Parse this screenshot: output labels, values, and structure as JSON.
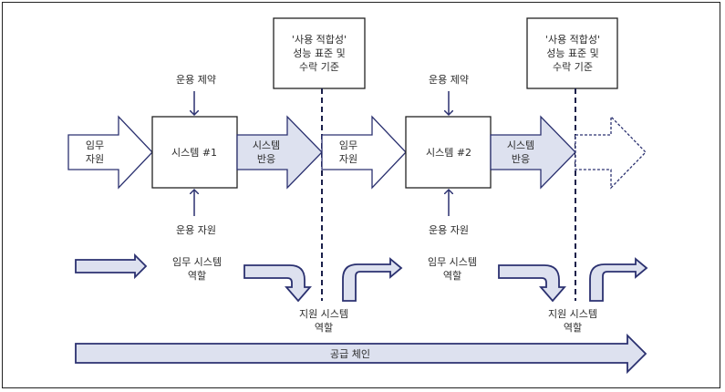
{
  "diagram": {
    "title": "",
    "colors": {
      "stroke": "#2b3170",
      "fill_light": "#dde1ef",
      "text": "#2a2a2a",
      "frame": "#222222"
    },
    "stages": [
      {
        "input_arrow_label": [
          "임무",
          "자원"
        ],
        "system_label": "시스템 #1",
        "constraint_label": "운용 제약",
        "support_label": "운용 자원",
        "output_arrow_label": [
          "시스템",
          "반응"
        ],
        "standard_box_lines": [
          "'사용 적합성'",
          "성능 표준 및",
          "수락 기준"
        ],
        "mission_role_label": [
          "임무 시스템",
          "역할"
        ],
        "support_role_label": [
          "지원 시스템",
          "역할"
        ]
      },
      {
        "input_arrow_label": [
          "임무",
          "자원"
        ],
        "system_label": "시스템 #2",
        "constraint_label": "운용 제약",
        "support_label": "운용 자원",
        "output_arrow_label": [
          "시스템",
          "반응"
        ],
        "standard_box_lines": [
          "'사용 적합성'",
          "성능 표준 및",
          "수락 기준"
        ],
        "mission_role_label": [
          "임무 시스템",
          "역할"
        ],
        "support_role_label": [
          "지원 시스템",
          "역할"
        ]
      }
    ],
    "supply_chain_label": "공급 체인"
  }
}
